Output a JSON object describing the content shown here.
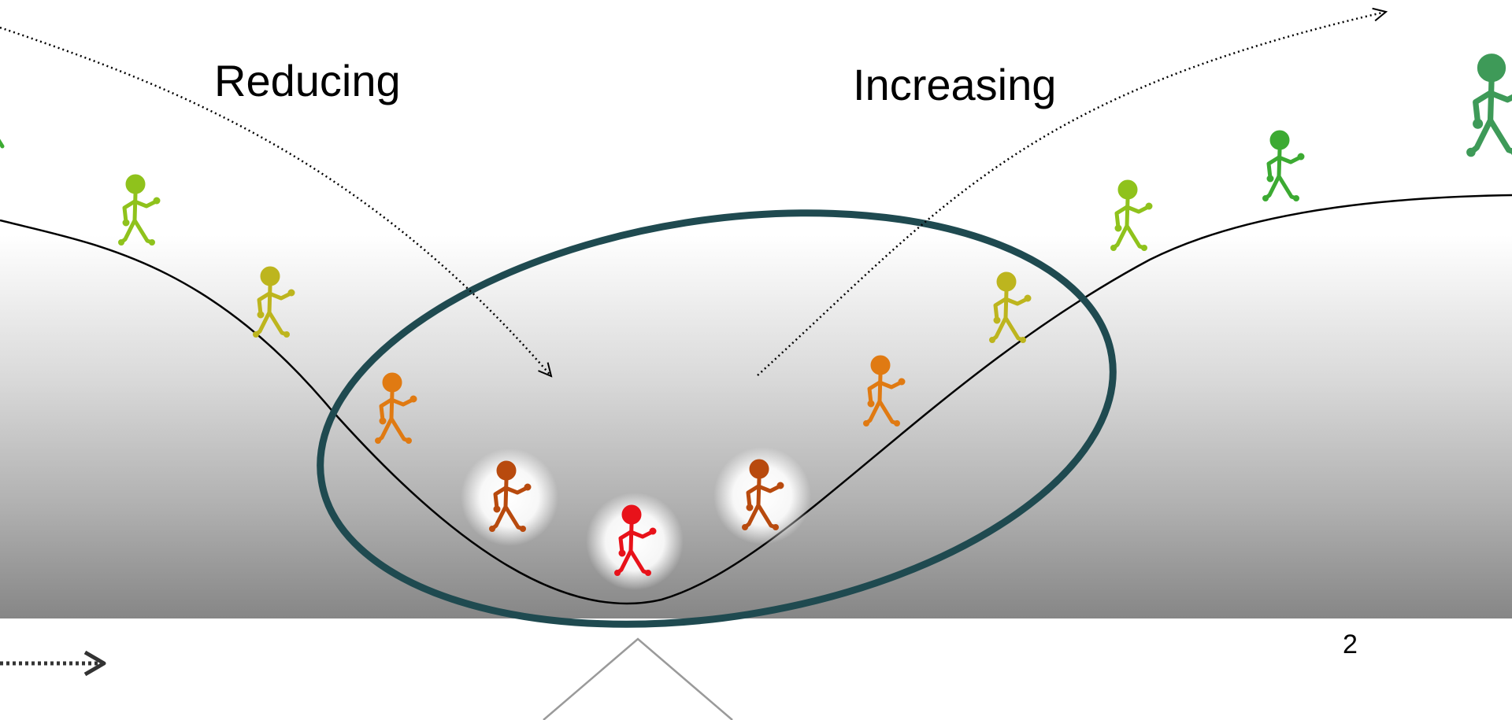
{
  "labels": {
    "reducing": "Reducing",
    "increasing": "Increasing"
  },
  "page_number": "2",
  "colors": {
    "ellipse": "#1f4a50",
    "curve": "#000000",
    "red": "#e8121a",
    "dark_orange": "#b84a0e",
    "orange": "#e07a12",
    "olive": "#bdb51e",
    "yellow_green": "#8fc21c",
    "green": "#3caa32",
    "dark_green": "#3e9a58"
  },
  "figures": [
    {
      "name": "figure-yellow-green-left",
      "color": "yellow_green",
      "glow": false
    },
    {
      "name": "figure-olive-left",
      "color": "olive",
      "glow": false
    },
    {
      "name": "figure-orange-left",
      "color": "orange",
      "glow": false
    },
    {
      "name": "figure-dark-orange-left",
      "color": "dark_orange",
      "glow": true
    },
    {
      "name": "figure-red-bottom",
      "color": "red",
      "glow": true
    },
    {
      "name": "figure-dark-orange-right",
      "color": "dark_orange",
      "glow": true
    },
    {
      "name": "figure-orange-right",
      "color": "orange",
      "glow": false
    },
    {
      "name": "figure-olive-right",
      "color": "olive",
      "glow": false
    },
    {
      "name": "figure-yellow-green-right",
      "color": "yellow_green",
      "glow": false
    },
    {
      "name": "figure-green-right",
      "color": "green",
      "glow": false
    },
    {
      "name": "figure-dark-green-large",
      "color": "dark_green",
      "glow": false
    }
  ]
}
